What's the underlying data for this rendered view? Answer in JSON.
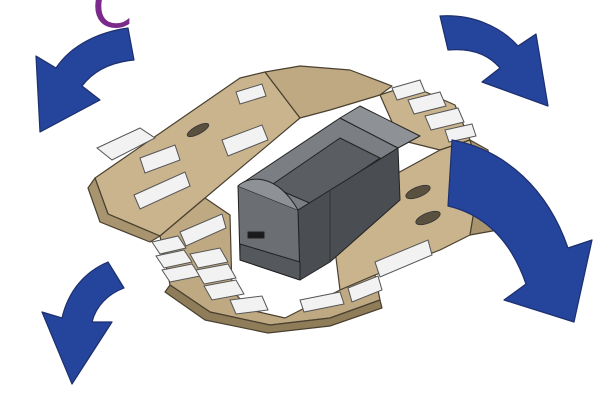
{
  "step_label": "C",
  "colors": {
    "step_letter": "#7b2a8b",
    "arrow_fill": "#25449b",
    "arrow_stroke": "#1d2f6e",
    "cardboard": "#c9b48d",
    "cardboard_dark": "#a8946e",
    "cardboard_edge": "#4a4030",
    "foam": "#f2f2f2",
    "printer_body": "#6b6e73",
    "printer_dark": "#3d3f43",
    "printer_light": "#8e9196"
  },
  "arrows": [
    {
      "name": "arrow-top-left",
      "direction": "down-left"
    },
    {
      "name": "arrow-top-right",
      "direction": "down-right"
    },
    {
      "name": "arrow-bottom-left",
      "direction": "down-left"
    },
    {
      "name": "arrow-bottom-right",
      "direction": "down-right"
    }
  ]
}
